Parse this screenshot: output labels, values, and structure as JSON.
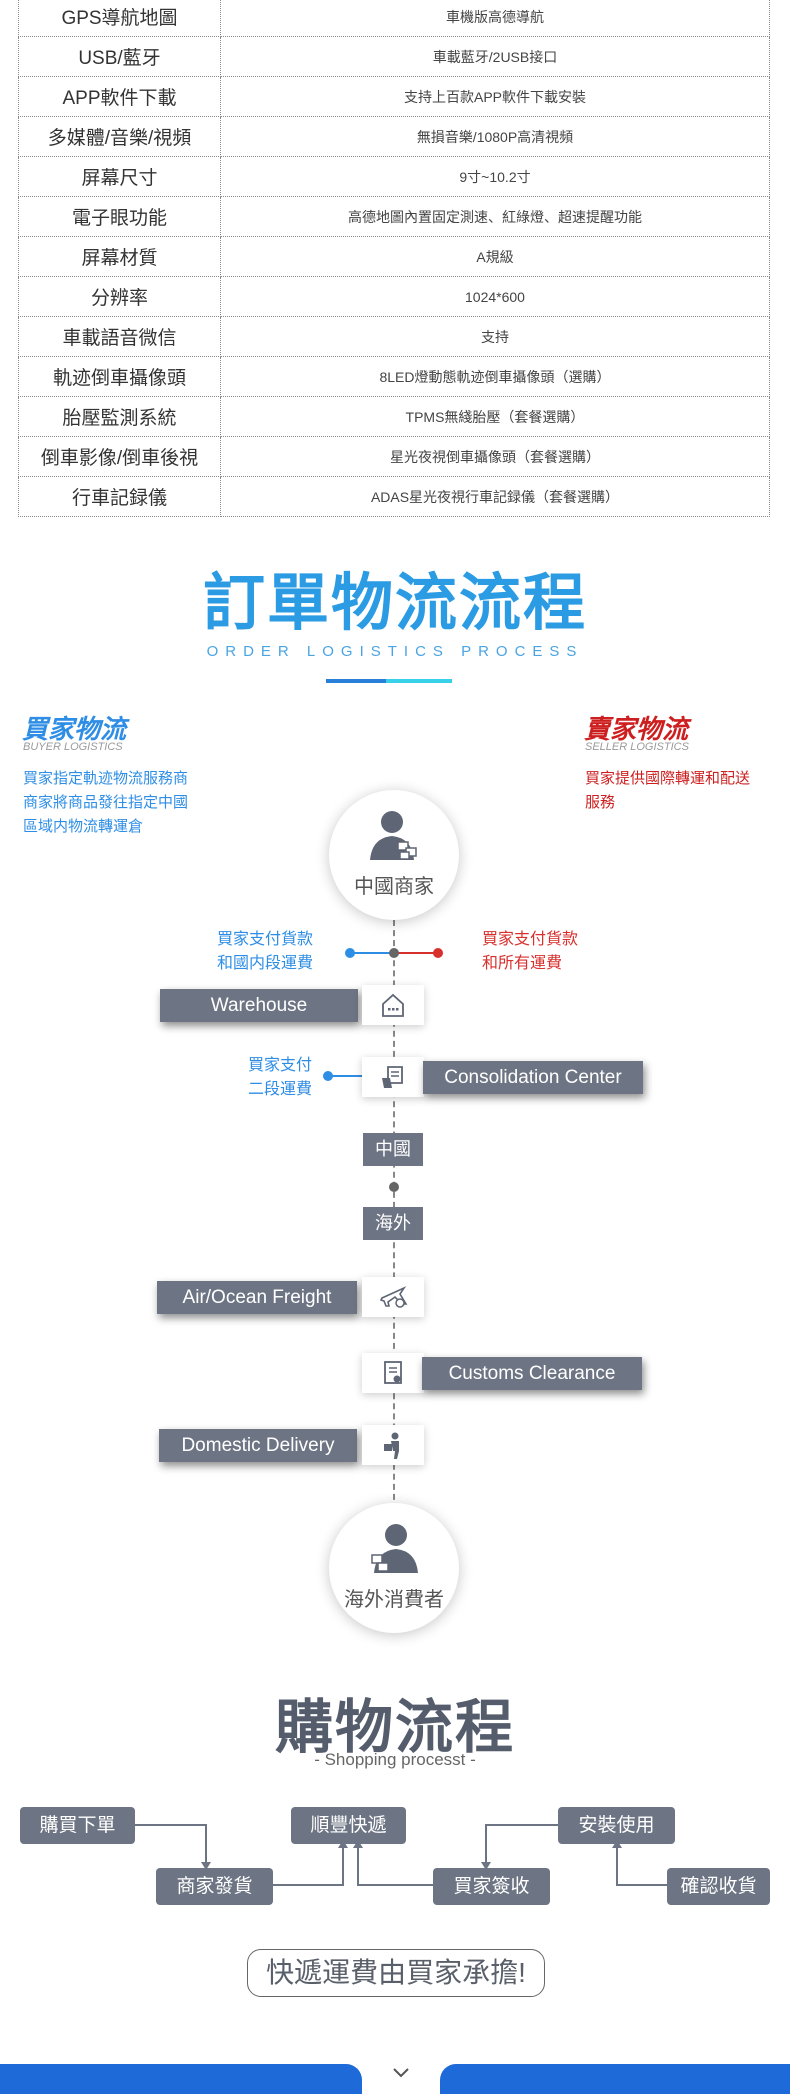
{
  "spec_table": [
    {
      "key": "GPS導航地圖",
      "value": "車機版高德導航"
    },
    {
      "key": "USB/藍牙",
      "value": "車載藍牙/2USB接口"
    },
    {
      "key": "APP軟件下載",
      "value": "支持上百款APP軟件下載安裝"
    },
    {
      "key": "多媒體/音樂/視頻",
      "value": "無損音樂/1080P高清視頻"
    },
    {
      "key": "屏幕尺寸",
      "value": "9寸~10.2寸"
    },
    {
      "key": "電子眼功能",
      "value": "高德地圖內置固定測速、紅綠燈、超速提醒功能"
    },
    {
      "key": "屏幕材質",
      "value": "A規級"
    },
    {
      "key": "分辨率",
      "value": "1024*600"
    },
    {
      "key": "車載語音微信",
      "value": "支持"
    },
    {
      "key": "軌迹倒車攝像頭",
      "value": "8LED燈動態軌迹倒車攝像頭（選購）"
    },
    {
      "key": "胎壓監測系統",
      "value": "TPMS無綫胎壓（套餐選購）"
    },
    {
      "key": "倒車影像/倒車後視",
      "value": "星光夜視倒車攝像頭（套餐選購）"
    },
    {
      "key": "行車記録儀",
      "value": "ADAS星光夜視行車記録儀（套餐選購）"
    }
  ],
  "logistics": {
    "title": "訂單物流流程",
    "subtitle": "ORDER LOGISTICS PROCESS",
    "buyer_title": "買家物流",
    "buyer_sub": "BUYER LOGISTICS",
    "buyer_desc_1": "買家指定軌迹物流服務商",
    "buyer_desc_2": "商家將商品發往指定中國",
    "buyer_desc_3": "區域内物流轉運倉",
    "seller_title": "賣家物流",
    "seller_sub": "SELLER LOGISTICS",
    "seller_desc_1": "買家提供國際轉運和配送",
    "seller_desc_2": "服務",
    "origin": "中國商家",
    "pay_blue_1": "買家支付貨款",
    "pay_blue_2": "和國内段運費",
    "pay_red_1": "買家支付貨款",
    "pay_red_2": "和所有運費",
    "warehouse": "Warehouse",
    "pay2_1": "買家支付",
    "pay2_2": "二段運費",
    "consolidation": "Consolidation Center",
    "china": "中國",
    "overseas": "海外",
    "freight": "Air/Ocean Freight",
    "customs": "Customs Clearance",
    "domestic": "Domestic Delivery",
    "destination": "海外消費者",
    "colors": {
      "blue": "#2e8ee5",
      "red": "#d8302d",
      "box": "#6d7483"
    }
  },
  "shopping": {
    "title": "購物流程",
    "subtitle": "- Shopping processt -",
    "steps": {
      "buy": "購買下單",
      "ship": "商家發貨",
      "sf": "順豐快遞",
      "sign": "買家簽收",
      "install": "安裝使用",
      "confirm": "確認收貨"
    },
    "note": "快遞運費由買家承擔!"
  }
}
